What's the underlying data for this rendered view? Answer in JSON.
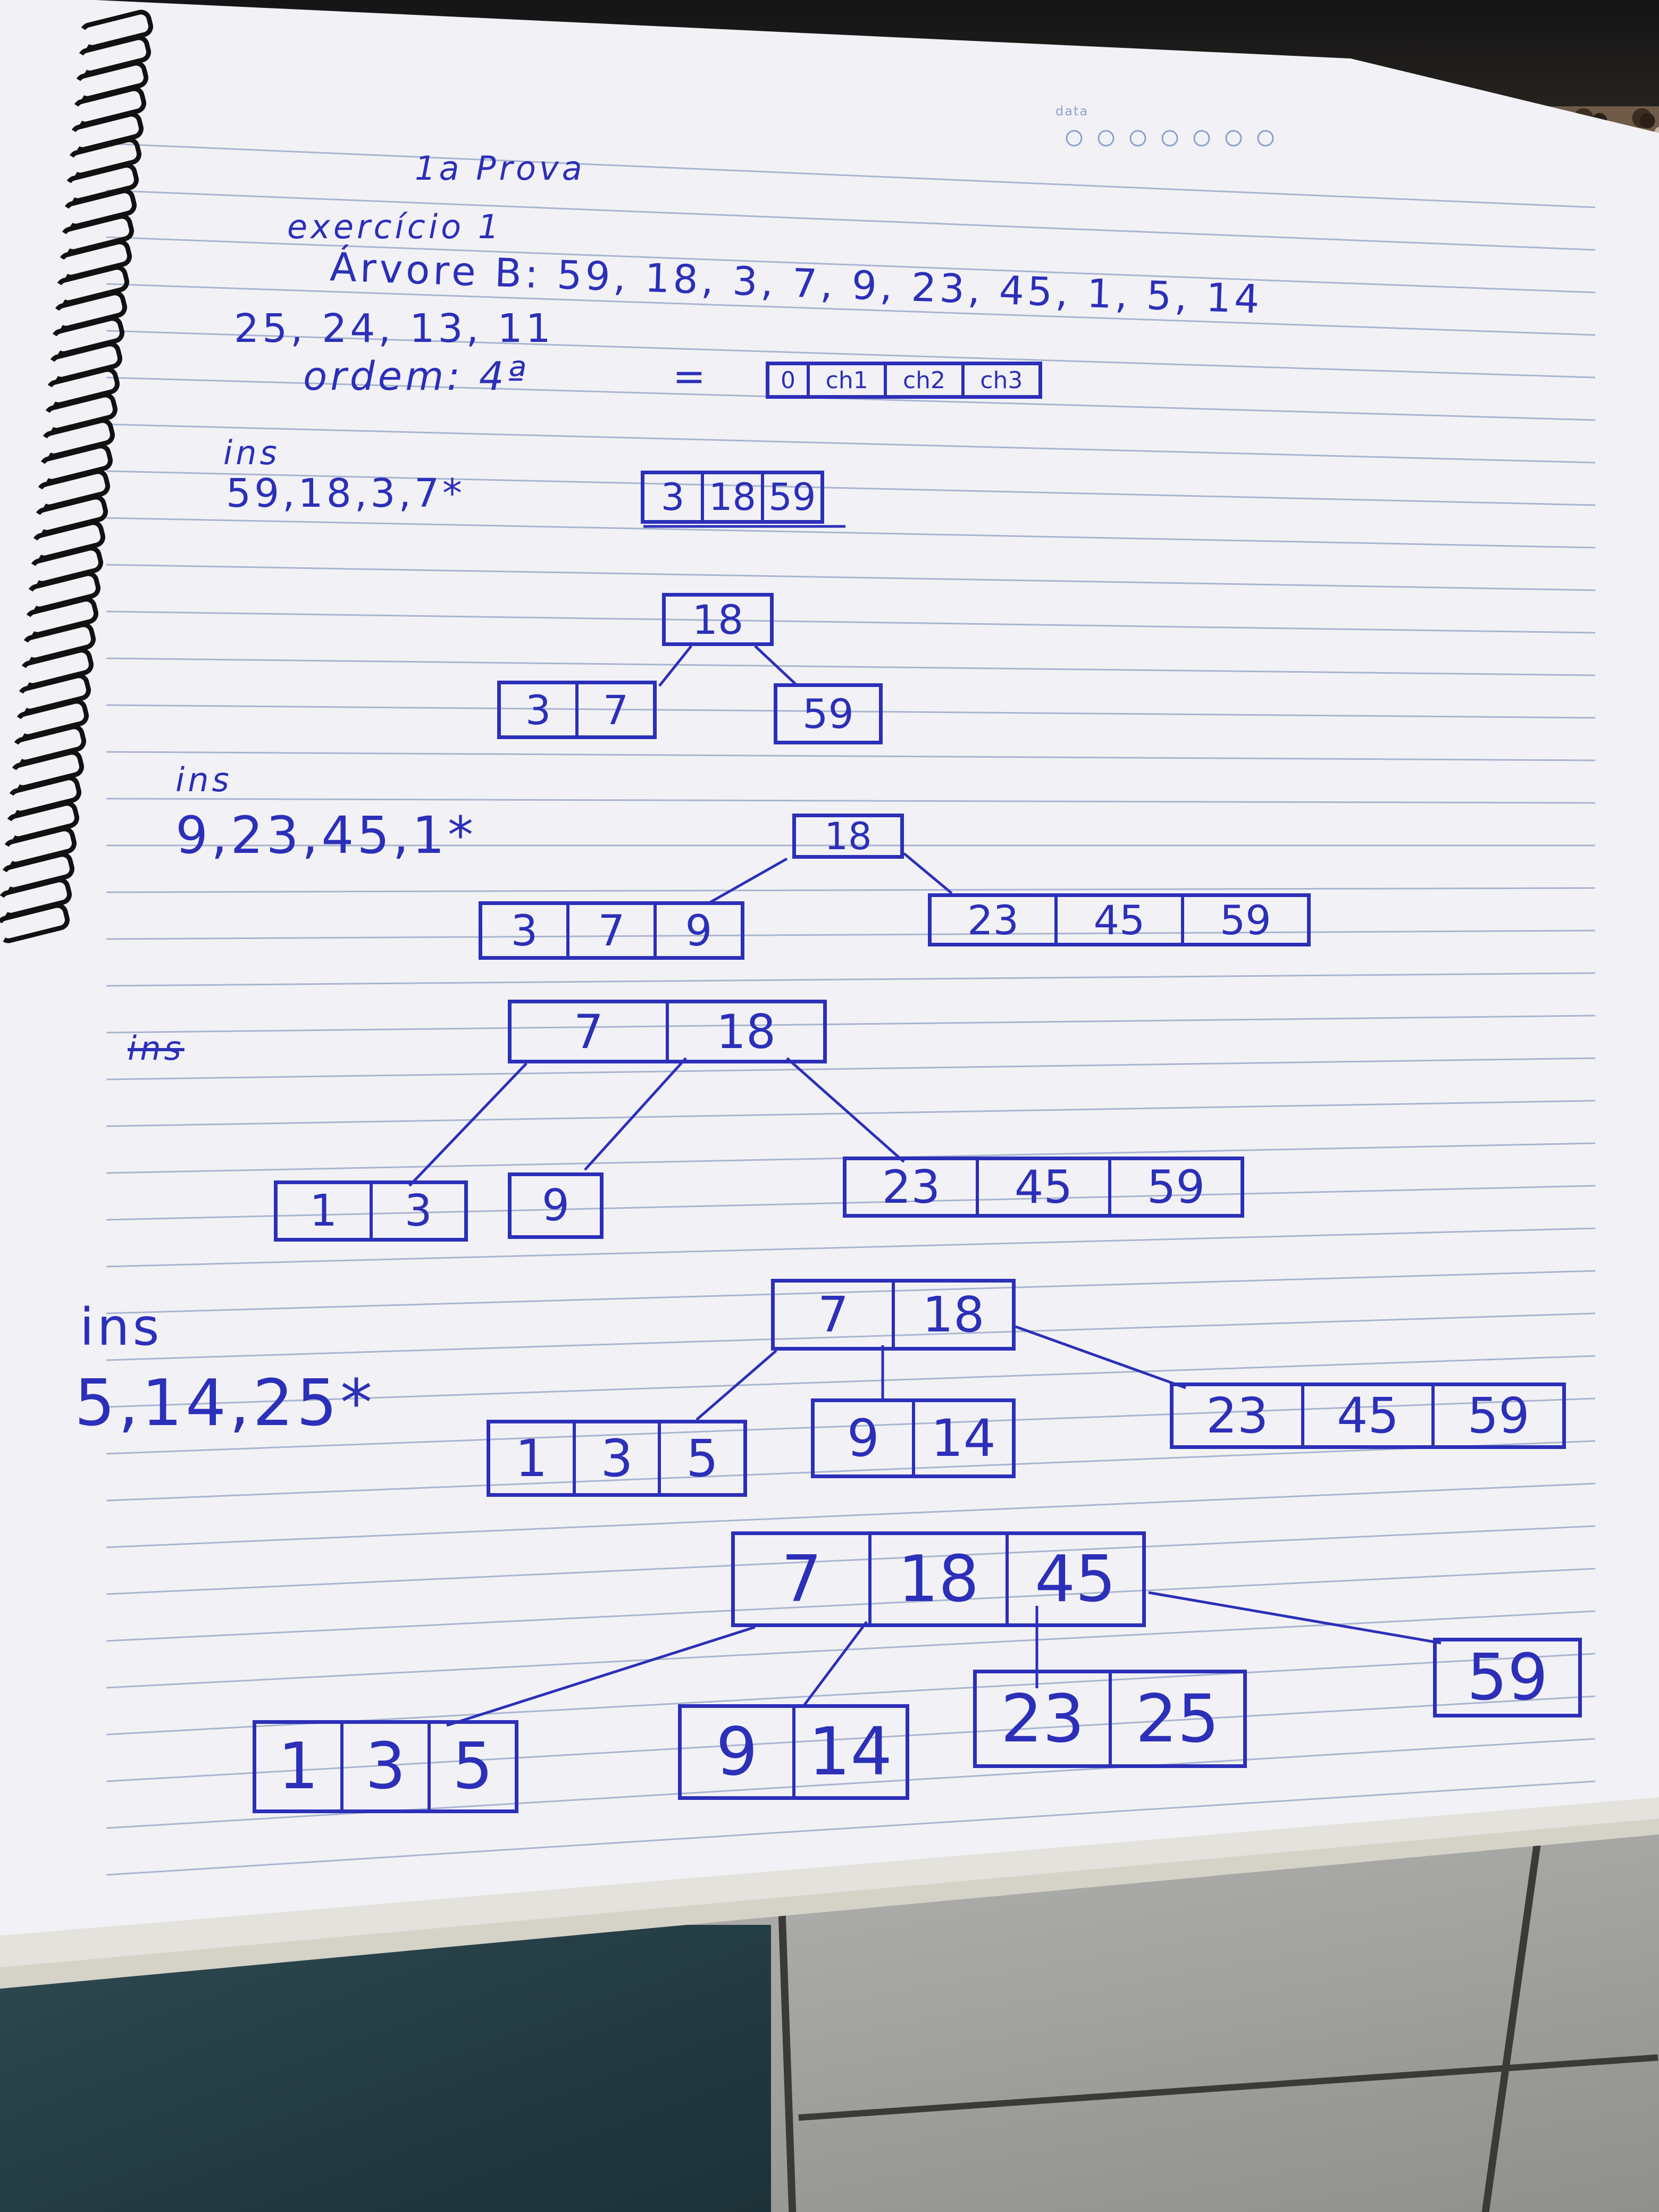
{
  "colors": {
    "ink": "#2c2fb8",
    "paper": "#f2f2f6",
    "rule": "#a9b4cf"
  },
  "header_stamp": {
    "label": "data"
  },
  "notes": {
    "title": "1a Prova",
    "exercise": "exercício 1",
    "tree_keys": "Árvore B: 59, 18, 3, 7, 9, 23, 45, 1, 5, 14",
    "tree_keys_cont": "25, 24, 13, 11",
    "order": "ordem: 4ª",
    "equals": "=",
    "ins_label_1": "ins",
    "ins_values_1": "59,18,3,7*",
    "ins_label_2": "ins",
    "ins_values_2": "9,23,45,1*",
    "crossed": "ins",
    "ins_label_3": "ins",
    "ins_values_3": "5,14,25*"
  },
  "node_template": [
    "0",
    "ch1",
    "ch2",
    "ch3"
  ],
  "steps": [
    {
      "keys": [
        "3",
        "18",
        "59"
      ]
    },
    {
      "root": [
        "18"
      ],
      "children": [
        [
          "3",
          "7"
        ],
        [
          "59"
        ]
      ]
    },
    {
      "root": [
        "18"
      ],
      "children": [
        [
          "3",
          "7",
          "9"
        ],
        [
          "23",
          "45",
          "59"
        ]
      ]
    },
    {
      "root": [
        "7",
        "18"
      ],
      "children": [
        [
          "1",
          "3"
        ],
        [
          "9"
        ],
        [
          "23",
          "45",
          "59"
        ]
      ]
    },
    {
      "root": [
        "7",
        "18"
      ],
      "children": [
        [
          "1",
          "3",
          "5"
        ],
        [
          "9",
          "14"
        ],
        [
          "23",
          "45",
          "59"
        ]
      ]
    },
    {
      "root": [
        "7",
        "18",
        "45"
      ],
      "children": [
        [
          "1",
          "3",
          "5"
        ],
        [
          "9",
          "14"
        ],
        [
          "23",
          "25"
        ],
        [
          "59"
        ]
      ]
    }
  ]
}
